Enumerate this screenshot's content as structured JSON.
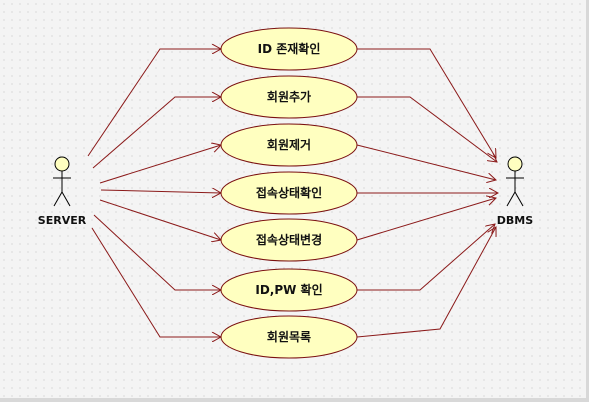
{
  "diagram": {
    "actors": [
      {
        "id": "server",
        "label": "SERVER"
      },
      {
        "id": "dbms",
        "label": "DBMS"
      }
    ],
    "use_cases": [
      {
        "id": "uc1",
        "label": "ID 존재확인"
      },
      {
        "id": "uc2",
        "label": "회원추가"
      },
      {
        "id": "uc3",
        "label": "회원제거"
      },
      {
        "id": "uc4",
        "label": "접속상태확인"
      },
      {
        "id": "uc5",
        "label": "접속상태변경"
      },
      {
        "id": "uc6",
        "label": "ID,PW 확인"
      },
      {
        "id": "uc7",
        "label": "회원목록"
      }
    ],
    "links": [
      {
        "from": "server",
        "to": "uc1"
      },
      {
        "from": "server",
        "to": "uc2"
      },
      {
        "from": "server",
        "to": "uc3"
      },
      {
        "from": "server",
        "to": "uc4"
      },
      {
        "from": "server",
        "to": "uc5"
      },
      {
        "from": "server",
        "to": "uc6"
      },
      {
        "from": "server",
        "to": "uc7"
      },
      {
        "from": "uc1",
        "to": "dbms"
      },
      {
        "from": "uc2",
        "to": "dbms"
      },
      {
        "from": "uc3",
        "to": "dbms"
      },
      {
        "from": "uc4",
        "to": "dbms"
      },
      {
        "from": "uc5",
        "to": "dbms"
      },
      {
        "from": "uc6",
        "to": "dbms"
      },
      {
        "from": "uc7",
        "to": "dbms"
      }
    ],
    "colors": {
      "ellipse_fill": "#ffffc0",
      "ellipse_stroke": "#7a1010",
      "line": "#8b1a1a",
      "actor_fill": "#ffffc0",
      "actor_stroke": "#000000"
    }
  }
}
